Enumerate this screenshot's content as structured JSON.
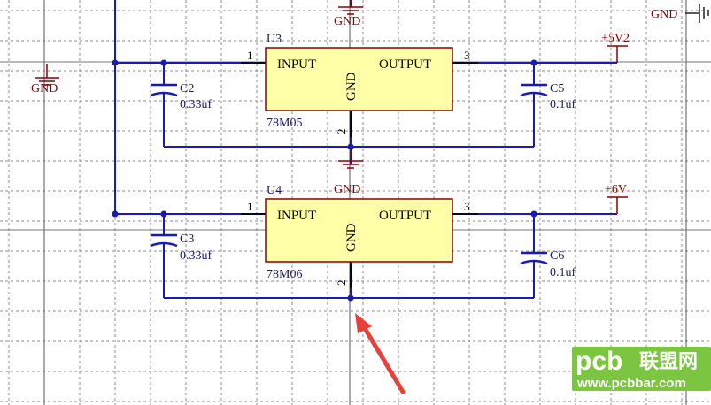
{
  "colors": {
    "wire": "#1a1ab4",
    "component_outline": "#8b0000",
    "regulator_fill": "#ffffa8",
    "cap_plate": "#1a1ab4",
    "label_dark": "#1a1a6a",
    "label_red": "#8b0000",
    "arrow": "#e8403a",
    "grid_line": "#8c8c8c",
    "watermark_green": "#7cc540"
  },
  "regulators": [
    {
      "designator": "U3",
      "part": "78M05",
      "pin_in_label": "INPUT",
      "pin_out_label": "OUTPUT",
      "pin_gnd_label": "GND",
      "pin_in_num": "1",
      "pin_out_num": "3",
      "pin_gnd_num": "2"
    },
    {
      "designator": "U4",
      "part": "78M06",
      "pin_in_label": "INPUT",
      "pin_out_label": "OUTPUT",
      "pin_gnd_label": "GND",
      "pin_in_num": "1",
      "pin_out_num": "3",
      "pin_gnd_num": "2"
    }
  ],
  "capacitors": [
    {
      "designator": "C2",
      "value": "0.33uf"
    },
    {
      "designator": "C5",
      "value": "0.1uf"
    },
    {
      "designator": "C3",
      "value": "0.33uf"
    },
    {
      "designator": "C6",
      "value": "0.1uf"
    }
  ],
  "power_ports": {
    "out1": "+5V2",
    "out2": "+6V"
  },
  "ground_labels": {
    "left": "GND",
    "top": "GND",
    "middle": "GND",
    "top_right": "GND"
  },
  "watermark": {
    "brand": "pcb",
    "cn": "联盟网",
    "url": "www.pcbbar.com"
  }
}
